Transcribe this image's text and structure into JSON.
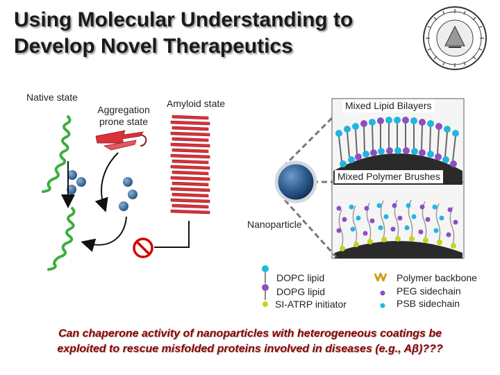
{
  "slide": {
    "title": "Using Molecular Understanding to\nDevelop Novel Therapeutics",
    "seal_icon": "university-seal-icon",
    "labels": {
      "native_state": "Native state",
      "aggregation_state": "Aggregation\nprone state",
      "amyloid_state": "Amyloid state",
      "mixed_lipid": "Mixed Lipid Bilayers",
      "mixed_polymer": "Mixed Polymer Brushes",
      "nanoparticle": "Nanoparticle"
    },
    "legend": {
      "dopc": "DOPC lipid",
      "dopg": "DOPG lipid",
      "si_atrp": "SI-ATRP initiator",
      "polymer_backbone": "Polymer backbone",
      "peg_sidechain": "PEG sidechain",
      "psb_sidechain": "PSB sidechain"
    },
    "footer_line1": "Can chaperone activity of nanoparticles with heterogeneous coatings be",
    "footer_line2": "exploited to rescue misfolded proteins involved in diseases (e.g., Aβ)???",
    "colors": {
      "protein_green": "#3cae3c",
      "amyloid_red": "#d8323a",
      "chaperone_blue": "#2f5f8f",
      "dopc_cyan": "#21b6e0",
      "dopg_purple": "#8e4fc0",
      "initiator_yellow": "#c8d21e",
      "inhibit_red": "#d40000",
      "footer_red": "#8b0000"
    }
  }
}
